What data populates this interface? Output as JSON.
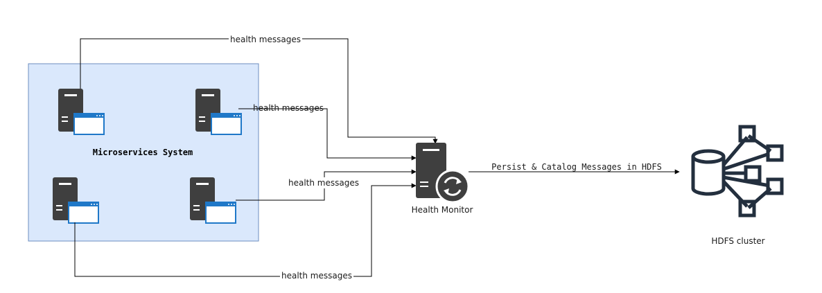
{
  "diagram": {
    "group_label": "Microservices System",
    "monitor_label": "Health Monitor",
    "cluster_label": "HDFS cluster",
    "edges": {
      "top": "health messages",
      "upper_right": "health messages",
      "lower_right": "health messages",
      "bottom": "health messages",
      "persist": "Persist & Catalog Messages in HDFS"
    },
    "icons": {
      "service": "server-with-window-icon",
      "monitor": "server-sync-icon",
      "cluster": "hdfs-cluster-icon"
    }
  },
  "colors": {
    "group_fill": "#dae8fc",
    "group_stroke": "#6c8ebf",
    "server": "#3f3f3f",
    "window_accent": "#1f78c8",
    "line": "#000000"
  }
}
